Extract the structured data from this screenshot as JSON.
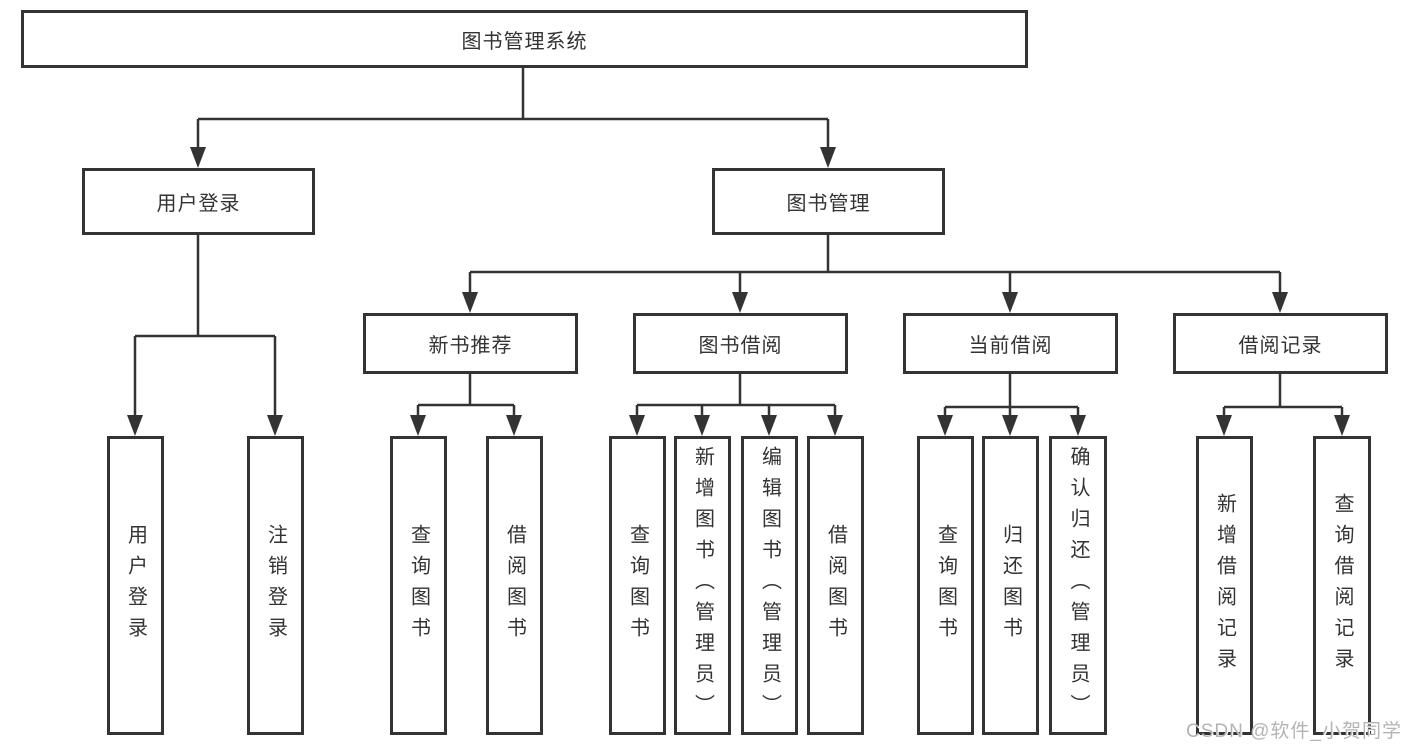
{
  "diagram": {
    "root": {
      "label": "图书管理系统"
    },
    "level2": [
      {
        "label": "用户登录"
      },
      {
        "label": "图书管理"
      }
    ],
    "level3": [
      {
        "label": "新书推荐"
      },
      {
        "label": "图书借阅"
      },
      {
        "label": "当前借阅"
      },
      {
        "label": "借阅记录"
      }
    ],
    "leaves": [
      {
        "label": "用户登录"
      },
      {
        "label": "注销登录"
      },
      {
        "label": "查询图书"
      },
      {
        "label": "借阅图书"
      },
      {
        "label": "查询图书"
      },
      {
        "label": "新增图书（管理员）"
      },
      {
        "label": "编辑图书（管理员）"
      },
      {
        "label": "借阅图书"
      },
      {
        "label": "查询图书"
      },
      {
        "label": "归还图书"
      },
      {
        "label": "确认归还（管理员）"
      },
      {
        "label": "新增借阅记录"
      },
      {
        "label": "查询借阅记录"
      }
    ],
    "watermark": "CSDN @软件_小贺同学",
    "colors": {
      "line": "#333333",
      "text": "#333333",
      "watermark": "#b4b4b4",
      "background": "#ffffff"
    }
  }
}
